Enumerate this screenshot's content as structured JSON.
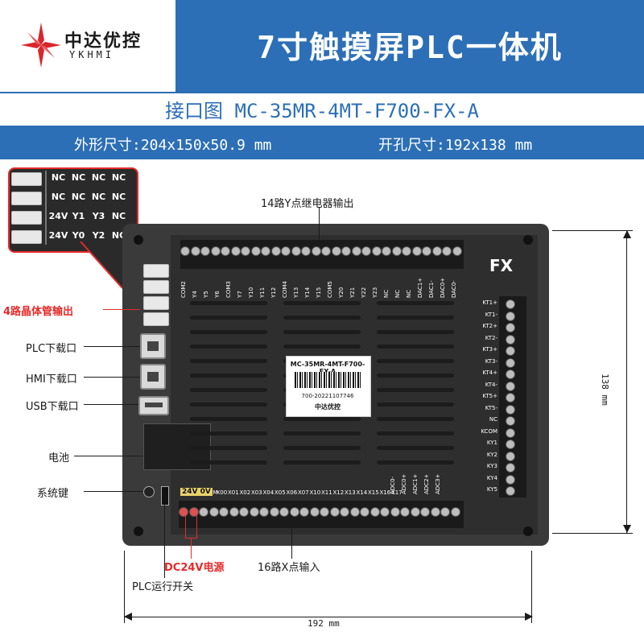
{
  "brand": {
    "cn": "中达优控",
    "en": "YKHMI"
  },
  "title": "7寸触摸屏PLC一体机",
  "subtitle": "接口图 MC-35MR-4MT-F700-FX-A",
  "dims": {
    "outer": "外形尺寸:204x150x50.9 mm",
    "hole": "开孔尺寸:192x138 mm"
  },
  "inset": {
    "rows": [
      [
        "NC",
        "NC",
        "NC",
        "NC"
      ],
      [
        "NC",
        "NC",
        "NC",
        "NC"
      ],
      [
        "24V",
        "Y1",
        "Y3",
        "NC"
      ],
      [
        "24V",
        "Y0",
        "Y2",
        "NC"
      ]
    ]
  },
  "callouts": {
    "relay_out": "14路Y点继电器输出",
    "transistor_out": "4路晶体管输出",
    "plc_port": "PLC下载口",
    "hmi_port": "HMI下载口",
    "usb_port": "USB下载口",
    "battery": "电池",
    "sys_key": "系统键",
    "dc24v": "DC24V电源",
    "x_in": "16路X点输入",
    "run_switch": "PLC运行开关"
  },
  "device": {
    "fx": "FX",
    "nameplate_model": "MC-35MR-4MT-F700-FX-A",
    "nameplate_serial": "700-20221107746",
    "nameplate_brand": "中达优控",
    "top_labels": [
      "COM2",
      "Y4",
      "Y5",
      "Y6",
      "COM3",
      "Y7",
      "Y10",
      "Y11",
      "Y12",
      "COM4",
      "Y13",
      "Y14",
      "Y15",
      "COM5",
      "Y20",
      "Y21",
      "Y22",
      "Y23",
      "NC",
      "NC",
      "NC",
      "DAC1+",
      "DAC1-",
      "DAC0+",
      "DAC0-"
    ],
    "bottom_labels": [
      "COM",
      "X00",
      "X01",
      "X02",
      "X03",
      "X04",
      "X05",
      "X06",
      "X07",
      "X10",
      "X11",
      "X12",
      "X13",
      "X14",
      "X15",
      "X16",
      "X17",
      "ADC0-",
      "ADC0+",
      "ADC1+",
      "ADC2+",
      "ADC3+"
    ],
    "bottom_power": "24V 0V",
    "right_labels": [
      "KT1+",
      "KT1-",
      "KT2+",
      "KT2-",
      "KT3+",
      "KT3-",
      "KT4+",
      "KT4-",
      "KT5+",
      "KT5-",
      "NC",
      "KCOM",
      "KY1",
      "KY2",
      "KY3",
      "KY4",
      "KY5"
    ]
  },
  "measure": {
    "height": "138 mm",
    "width": "192 mm"
  },
  "colors": {
    "accent": "#2c6fb6",
    "alert": "#e52b2b"
  }
}
